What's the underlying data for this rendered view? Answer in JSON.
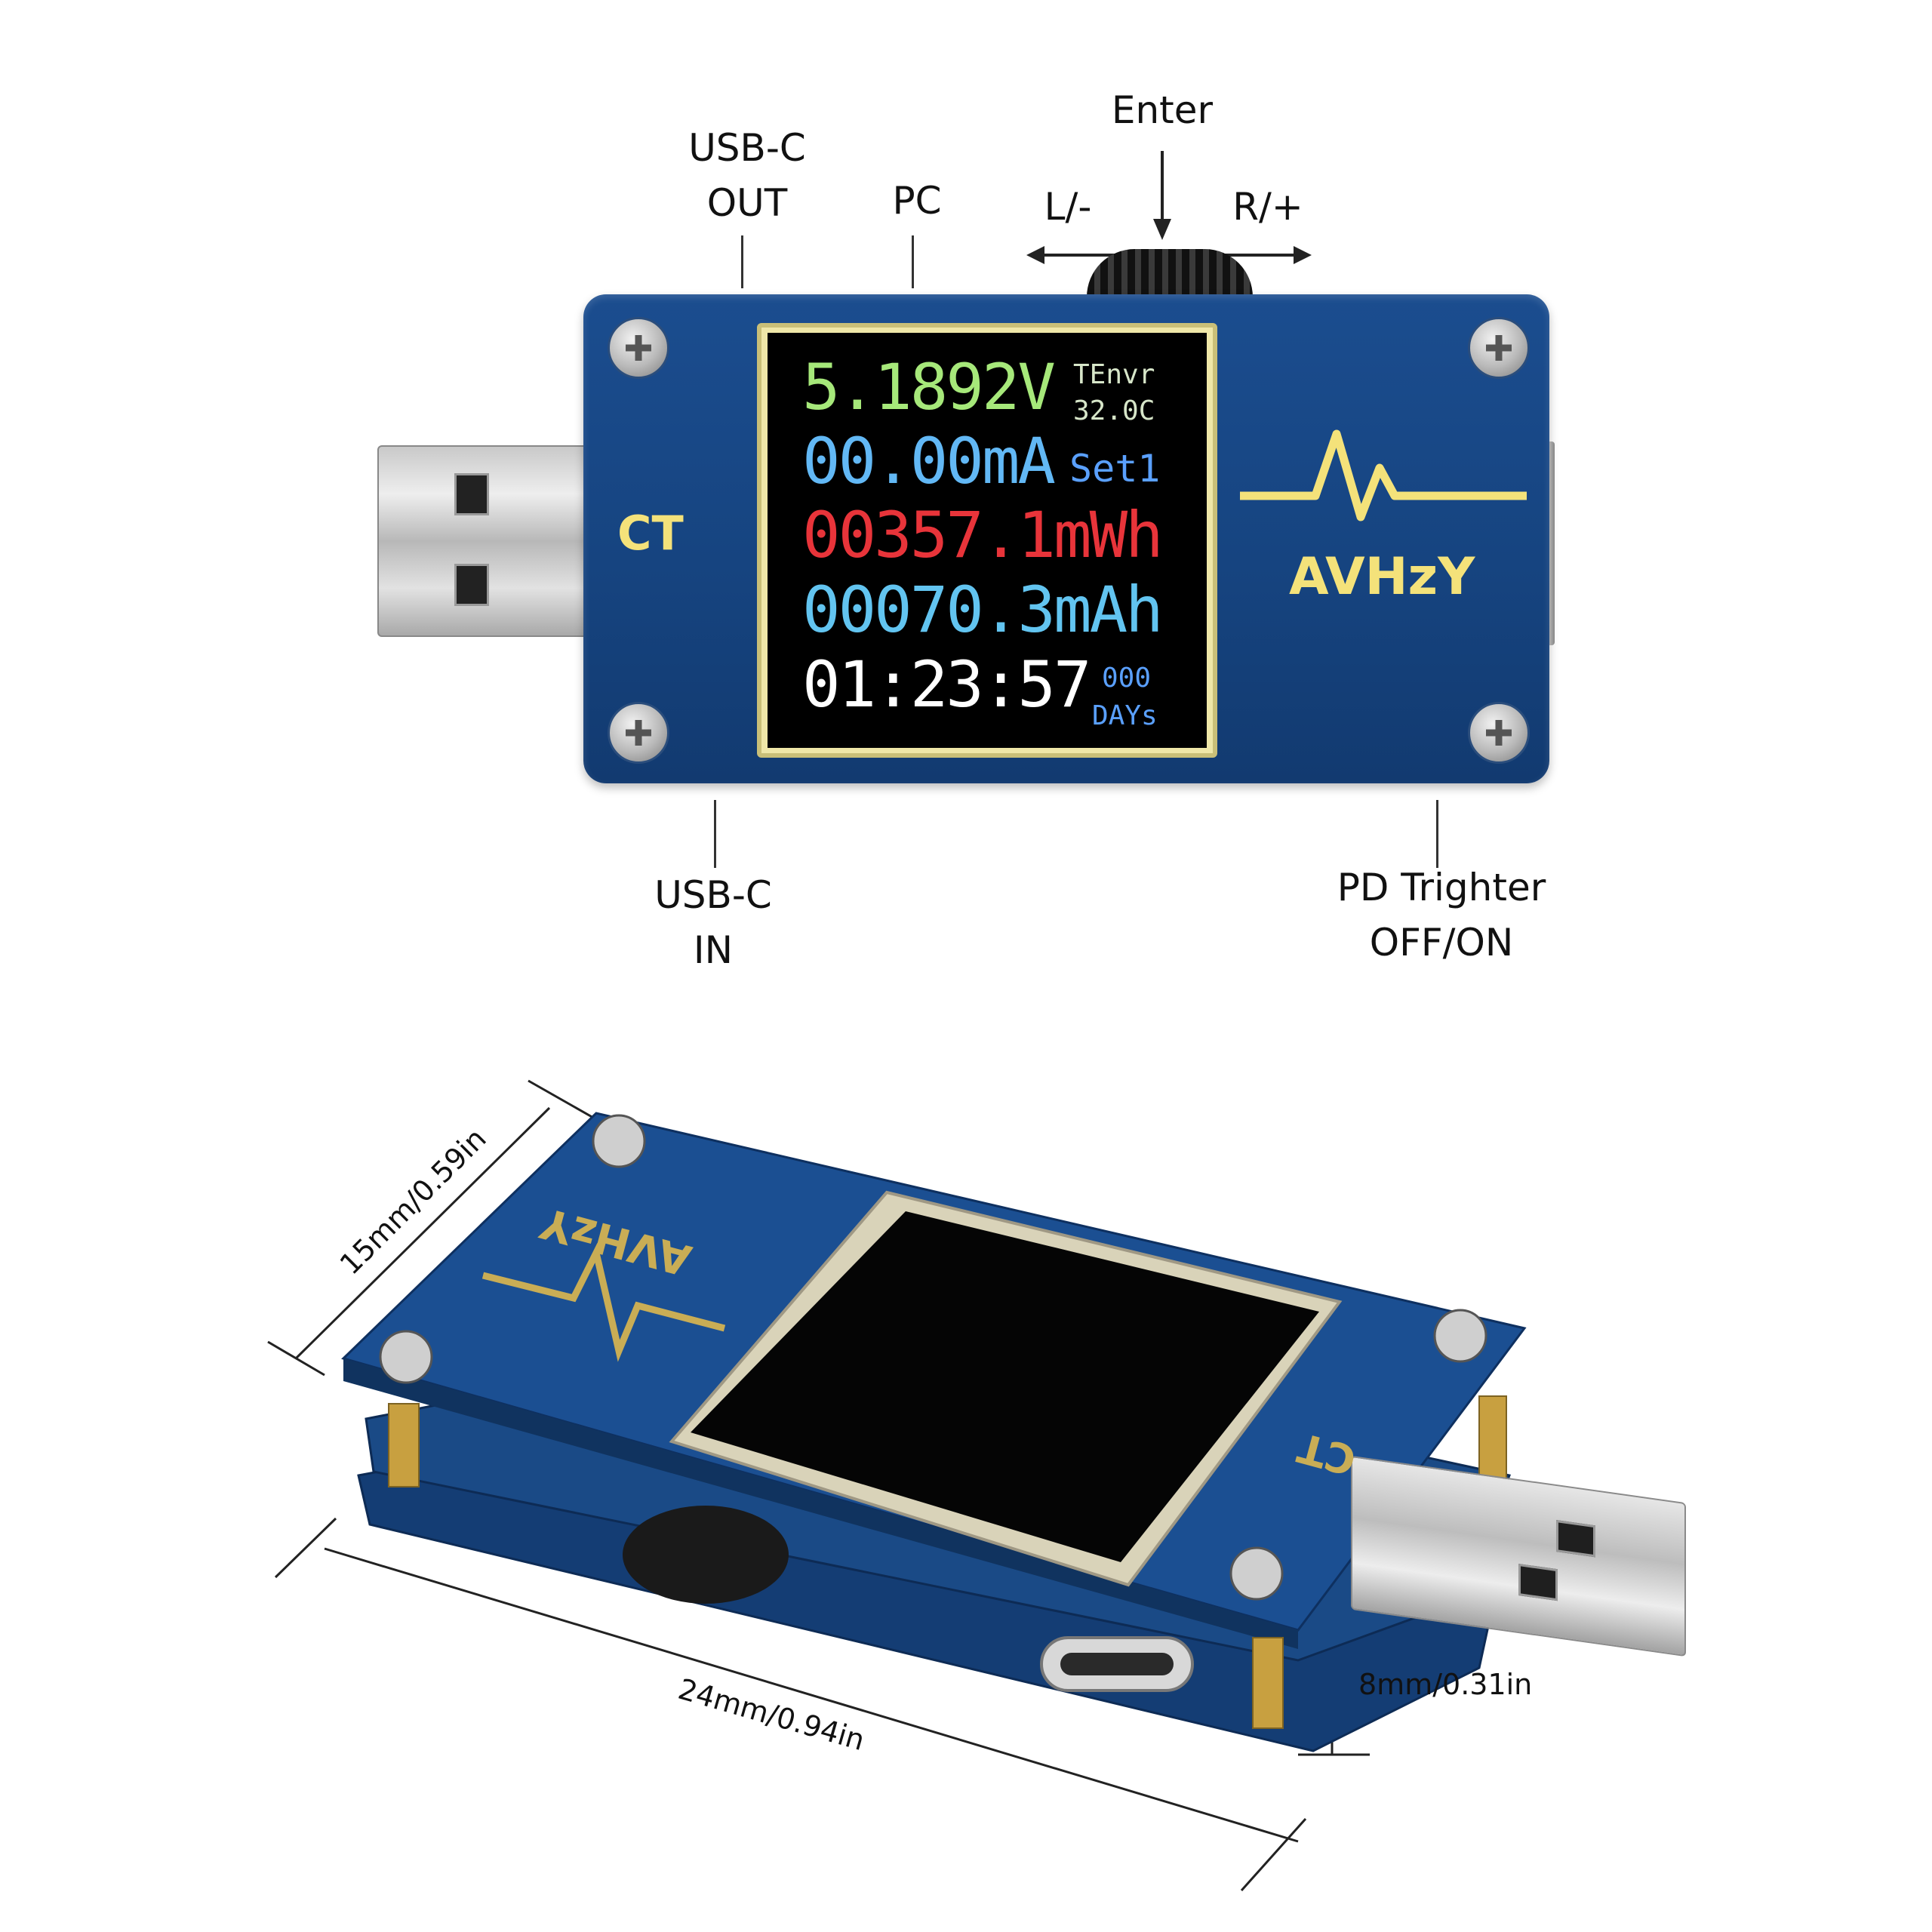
{
  "callouts": {
    "usb_c_out": "USB-C\nOUT",
    "pc": "PC",
    "enter": "Enter",
    "left_minus": "L/-",
    "right_plus": "R/+",
    "usb_c_in": "USB-C\nIN",
    "pd_trigger": "PD Trighter\nOFF/ON"
  },
  "board": {
    "ct_label": "CT",
    "brand": "AVHzY"
  },
  "lcd": {
    "voltage": "5.1892V",
    "current": "00.00mA",
    "energy": "00357.1mWh",
    "capacity": "00070.3mAh",
    "time": "01:23:57",
    "temp_label": "TEnvr",
    "temp_value": "32.0C",
    "set_label": "Set1",
    "days_value": "000",
    "days_label": "DAYs"
  },
  "dimensions": {
    "width": "15mm/0.59in",
    "length": "24mm/0.94in",
    "height": "8mm/0.31in"
  },
  "colors": {
    "voltage": "#a6e87a",
    "current": "#62b8f5",
    "energy": "#e8343a",
    "capacity": "#62c4f0",
    "time": "#ffffff",
    "set": "#5aa0ff",
    "side_text": "#d7e6c9",
    "board": "#164480",
    "silk": "#f4e27a"
  }
}
